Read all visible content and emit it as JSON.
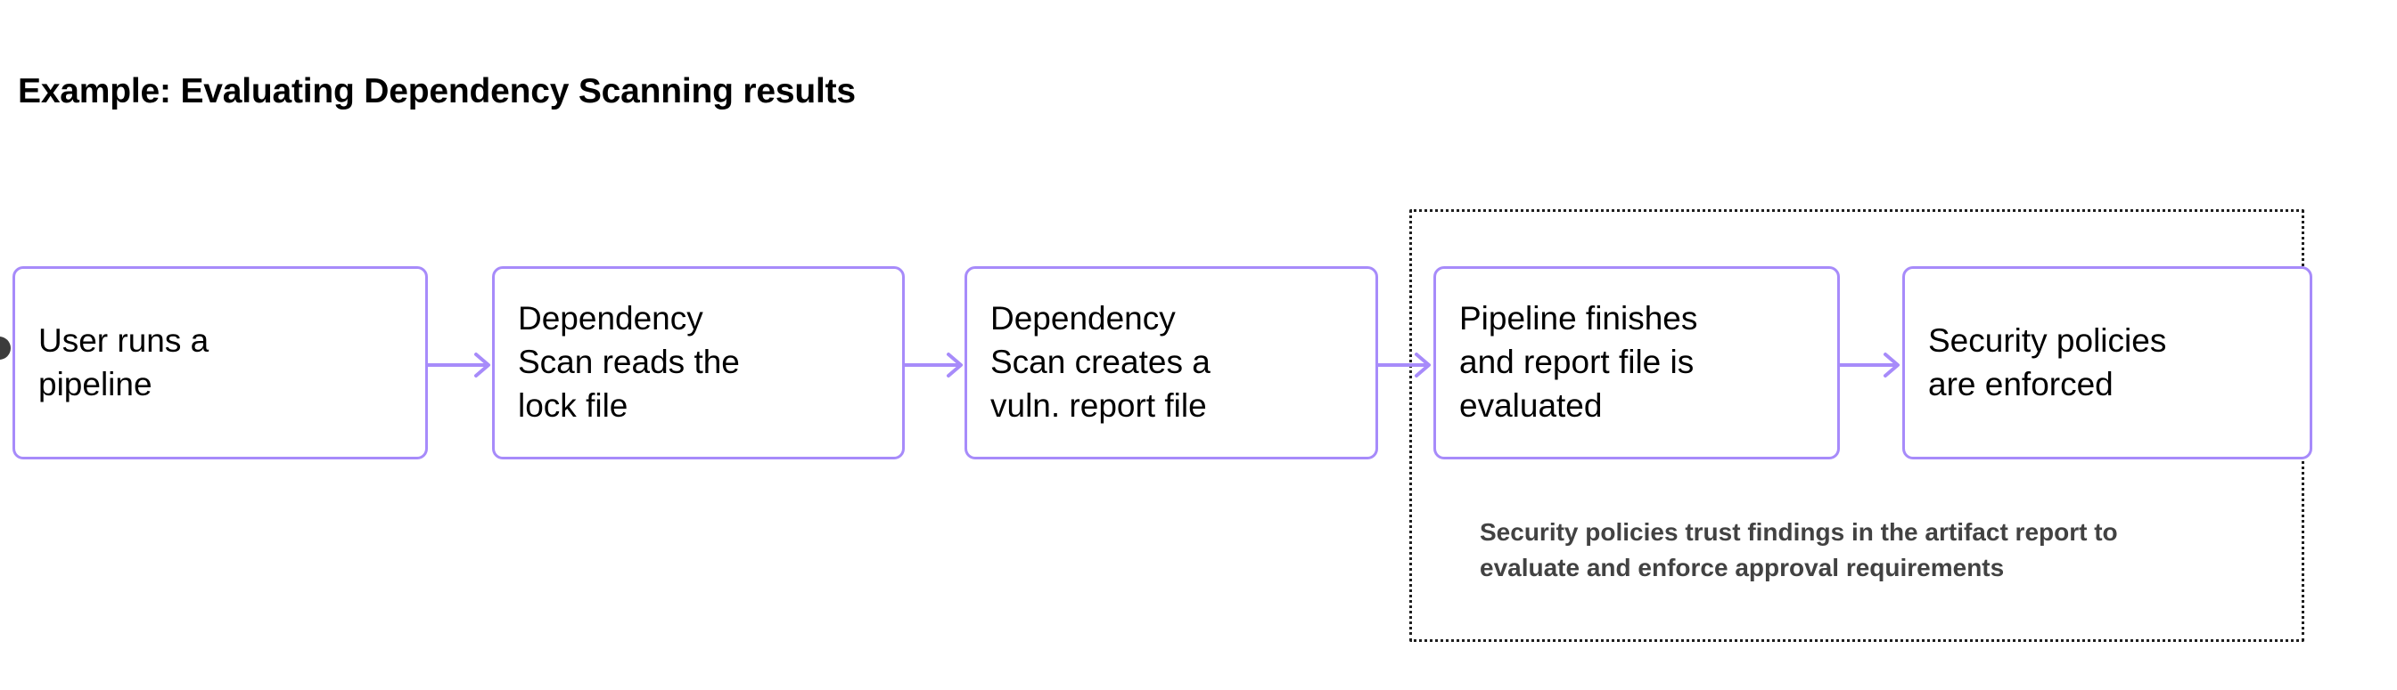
{
  "diagram": {
    "title": "Example: Evaluating Dependency Scanning results",
    "type": "flowchart",
    "orientation": "left-to-right",
    "colors": {
      "node_border": "#a78bfa",
      "node_fill": "#ffffff",
      "arrow": "#a78bfa",
      "group_border": "#1f1f1f",
      "title_text": "#000000",
      "node_text": "#000000",
      "caption_text": "#424242",
      "background": "#ffffff",
      "entry_marker": "#3c3c3c"
    },
    "nodes": [
      {
        "id": "node-1",
        "label": "User runs a\npipeline"
      },
      {
        "id": "node-2",
        "label": "Dependency\nScan reads the\nlock file"
      },
      {
        "id": "node-3",
        "label": "Dependency\nScan creates a\nvuln. report file"
      },
      {
        "id": "node-4",
        "label": "Pipeline finishes\nand report file is\nevaluated"
      },
      {
        "id": "node-5",
        "label": "Security policies\nare enforced"
      }
    ],
    "arrows": [
      {
        "id": "arrow-1",
        "from": "node-1",
        "to": "node-2",
        "glyph": "right-arrow"
      },
      {
        "id": "arrow-2",
        "from": "node-2",
        "to": "node-3",
        "glyph": "right-arrow"
      },
      {
        "id": "arrow-3",
        "from": "node-3",
        "to": "node-4",
        "glyph": "right-arrow"
      },
      {
        "id": "arrow-4",
        "from": "node-4",
        "to": "node-5",
        "glyph": "right-arrow"
      }
    ],
    "group": {
      "id": "policy-evaluation-group",
      "border_style": "dotted",
      "members": [
        "node-4",
        "node-5"
      ],
      "caption": "Security policies trust findings in the artifact report to\nevaluate and enforce approval requirements"
    }
  }
}
